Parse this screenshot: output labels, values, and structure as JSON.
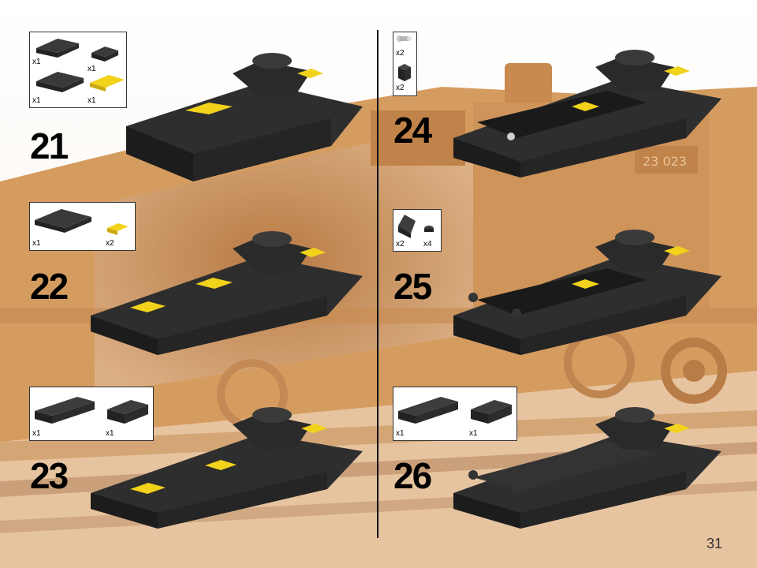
{
  "page_number": "31",
  "colors": {
    "brick_black": "#2b2b2b",
    "brick_yellow": "#f2d21b",
    "sepia_background": "#d7a26c"
  },
  "steps": [
    {
      "number": "21",
      "parts": [
        {
          "qty": "x1",
          "part": "plate-2x4-black"
        },
        {
          "qty": "x1",
          "part": "plate-2x2-black"
        },
        {
          "qty": "x1",
          "part": "plate-2x4-black"
        },
        {
          "qty": "x1",
          "part": "plate-1x4-yellow"
        }
      ]
    },
    {
      "number": "22",
      "parts": [
        {
          "qty": "x1",
          "part": "plate-4x4-black"
        },
        {
          "qty": "x2",
          "part": "plate-1x2-yellow"
        }
      ]
    },
    {
      "number": "23",
      "parts": [
        {
          "qty": "x1",
          "part": "slope-2x4-black"
        },
        {
          "qty": "x1",
          "part": "slope-2x2-black"
        }
      ]
    },
    {
      "number": "24",
      "parts": [
        {
          "qty": "x2",
          "part": "technic-pin-light-grey"
        },
        {
          "qty": "x2",
          "part": "brick-1x1-black"
        }
      ]
    },
    {
      "number": "25",
      "parts": [
        {
          "qty": "x2",
          "part": "slope-1x2-black"
        },
        {
          "qty": "x4",
          "part": "round-plate-1x1-black"
        }
      ]
    },
    {
      "number": "26",
      "parts": [
        {
          "qty": "x1",
          "part": "slope-2x4-black"
        },
        {
          "qty": "x1",
          "part": "slope-2x2-black"
        }
      ]
    }
  ]
}
